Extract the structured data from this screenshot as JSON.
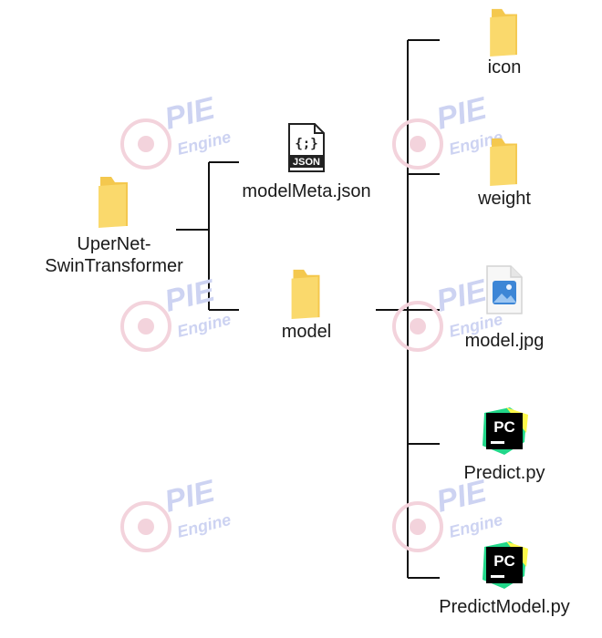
{
  "watermark": {
    "brand": "PIE",
    "sub": "Engine",
    "color": "#cdd3f2",
    "circle_color": "#f3d3dc"
  },
  "colors": {
    "folder": "#f4c84e",
    "folder_front": "#fad96c",
    "line": "#111111",
    "json_icon": "#222222",
    "image_blue": "#3d86d6",
    "pycharm_green": "#21d789",
    "pycharm_yellow": "#fcf84a"
  },
  "tree": {
    "root": {
      "label_line1": "UperNet-",
      "label_line2": "SwinTransformer",
      "icon": "folder-icon"
    },
    "level1": [
      {
        "label": "modelMeta.json",
        "icon": "json-file-icon"
      },
      {
        "label": "model",
        "icon": "folder-icon"
      }
    ],
    "level2": [
      {
        "label": "icon",
        "icon": "folder-icon"
      },
      {
        "label": "weight",
        "icon": "folder-icon"
      },
      {
        "label": "model.jpg",
        "icon": "image-file-icon"
      },
      {
        "label": "Predict.py",
        "icon": "pycharm-icon"
      },
      {
        "label": "PredictModel.py",
        "icon": "pycharm-icon"
      }
    ]
  },
  "icon_text": {
    "json": "JSON",
    "braces": "{;}",
    "pycharm": "PC"
  }
}
